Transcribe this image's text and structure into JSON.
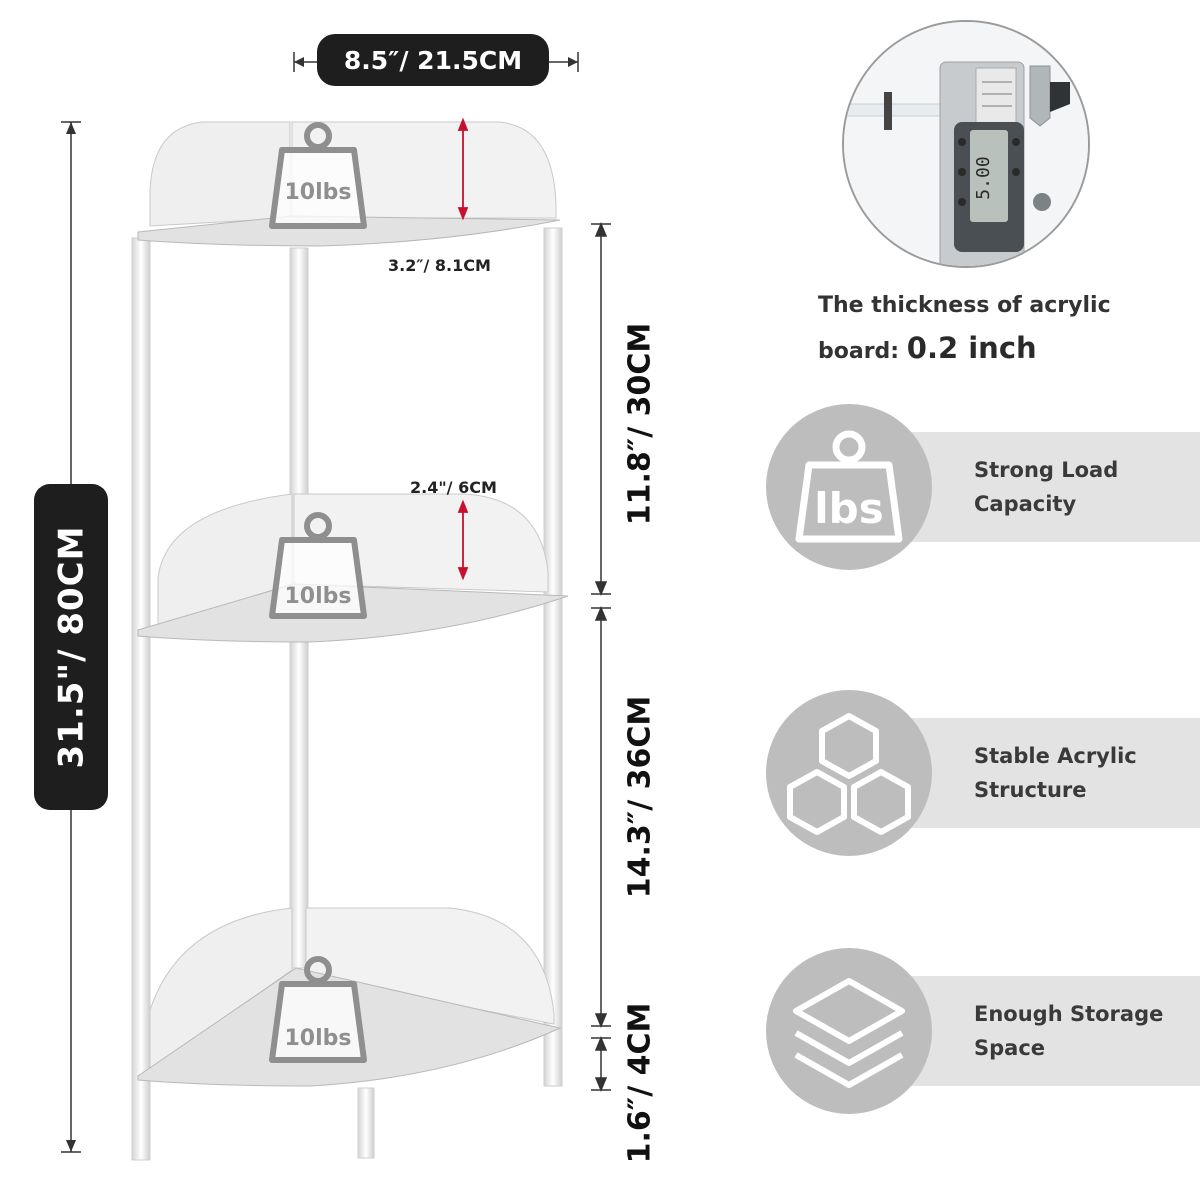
{
  "dimensions": {
    "width": "8.5″/ 21.5CM",
    "height": "31.5\"/ 80CM",
    "top_gap": "11.8″/ 30CM",
    "mid_gap": "14.3″/ 36CM",
    "leg": "1.6″/ 4CM",
    "top_rail": "3.2″/ 8.1CM",
    "mid_rail": "2.4\"/ 6CM"
  },
  "shelves": [
    {
      "weight_label": "10lbs"
    },
    {
      "weight_label": "10lbs"
    },
    {
      "weight_label": "10lbs"
    }
  ],
  "thickness": {
    "line1": "The thickness of acrylic",
    "line2_prefix": "board: ",
    "line2_value": "0.2 inch"
  },
  "caliper": {
    "reading": "5.00"
  },
  "features": [
    {
      "icon": "weight-lbs-icon",
      "icon_text": "lbs",
      "line1": "Strong Load",
      "line2": "Capacity"
    },
    {
      "icon": "hexagon-structure-icon",
      "line1": "Stable Acrylic",
      "line2": "Structure"
    },
    {
      "icon": "layers-icon",
      "line1": "Enough Storage",
      "line2": "Space"
    }
  ],
  "colors": {
    "pill": "#1e1e1e",
    "arrow_red": "#c8102e",
    "feature_circle": "#bdbdbd",
    "feature_band": "#e3e3e3",
    "weight_icon": "#8f8f8f"
  }
}
